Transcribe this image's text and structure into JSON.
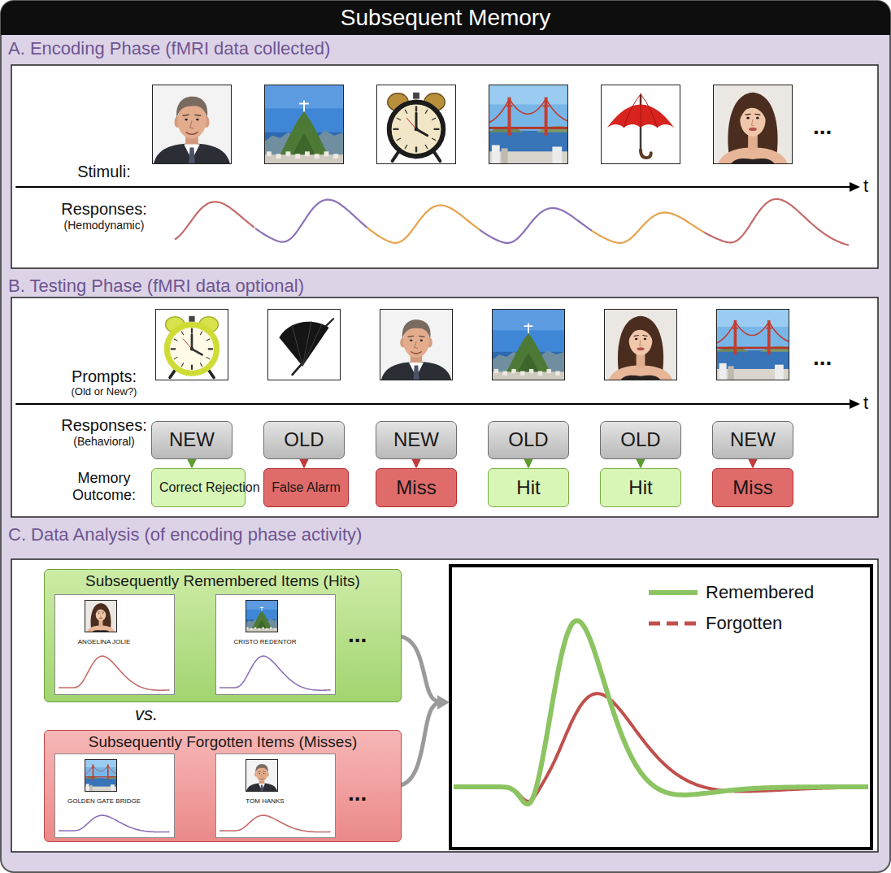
{
  "diagram": {
    "title": "Subsequent Memory",
    "nodes": [
      {
        "text": [
          "A. Encoding Phase (fMRI data collected)"
        ]
      },
      {
        "text": [
          "B. Testing Phase (fMRI data optional)"
        ]
      },
      {
        "text": [
          "NEW"
        ],
        "in": 1
      },
      {
        "text": [
          "OLD"
        ],
        "in": 1
      },
      {
        "text": [
          "NEW"
        ],
        "in": 1
      },
      {
        "text": [
          "OLD"
        ],
        "in": 1
      },
      {
        "text": [
          "OLD"
        ],
        "in": 1
      },
      {
        "text": [
          "NEW"
        ],
        "in": 1
      },
      {
        "text": [
          "Correct Rejection"
        ],
        "in": 1
      },
      {
        "text": [
          "False Alarm"
        ],
        "in": 1
      },
      {
        "text": [
          "Miss"
        ],
        "in": 1
      },
      {
        "text": [
          "Hit"
        ],
        "in": 1
      },
      {
        "text": [
          "Hit"
        ],
        "in": 1
      },
      {
        "text": [
          "Miss"
        ],
        "in": 1
      },
      {
        "text": [
          "C. Data Analysis (of encoding phase activity)"
        ]
      },
      {
        "text": [
          "Subsequently Remembered Items (Hits)"
        ],
        "in": 14
      },
      {
        "text": [
          "ANGELINA JOLIE"
        ],
        "in": 15
      },
      {
        "text": [
          "CRISTO REDENTOR"
        ],
        "in": 15
      },
      {
        "text": [
          "Subsequently Forgotten Items (Misses)"
        ],
        "in": 14
      },
      {
        "text": [
          "GOLDEN GATE BRIDGE"
        ],
        "in": 18
      },
      {
        "text": [
          "TOM HANKS"
        ],
        "in": 18
      }
    ],
    "edges": [
      {
        "from": 2,
        "to": 8,
        "arrow": "to"
      },
      {
        "from": 3,
        "to": 9,
        "arrow": "to"
      },
      {
        "from": 4,
        "to": 10,
        "arrow": "to"
      },
      {
        "from": 5,
        "to": 11,
        "arrow": "to"
      },
      {
        "from": 6,
        "to": 12,
        "arrow": "to"
      },
      {
        "from": 7,
        "to": 13,
        "arrow": "to"
      }
    ],
    "labels": [
      "Stimuli:",
      "...",
      "t",
      "Responses:",
      "(Hemodynamic)",
      "Prompts:",
      "(Old or New?)",
      "...",
      "t",
      "Responses:",
      "(Behavioral)",
      "Memory Outcome:",
      "...",
      "vs.",
      "..."
    ],
    "legend": [
      {
        "text": "Remembered"
      },
      {
        "text": "Forgotten"
      }
    ]
  }
}
